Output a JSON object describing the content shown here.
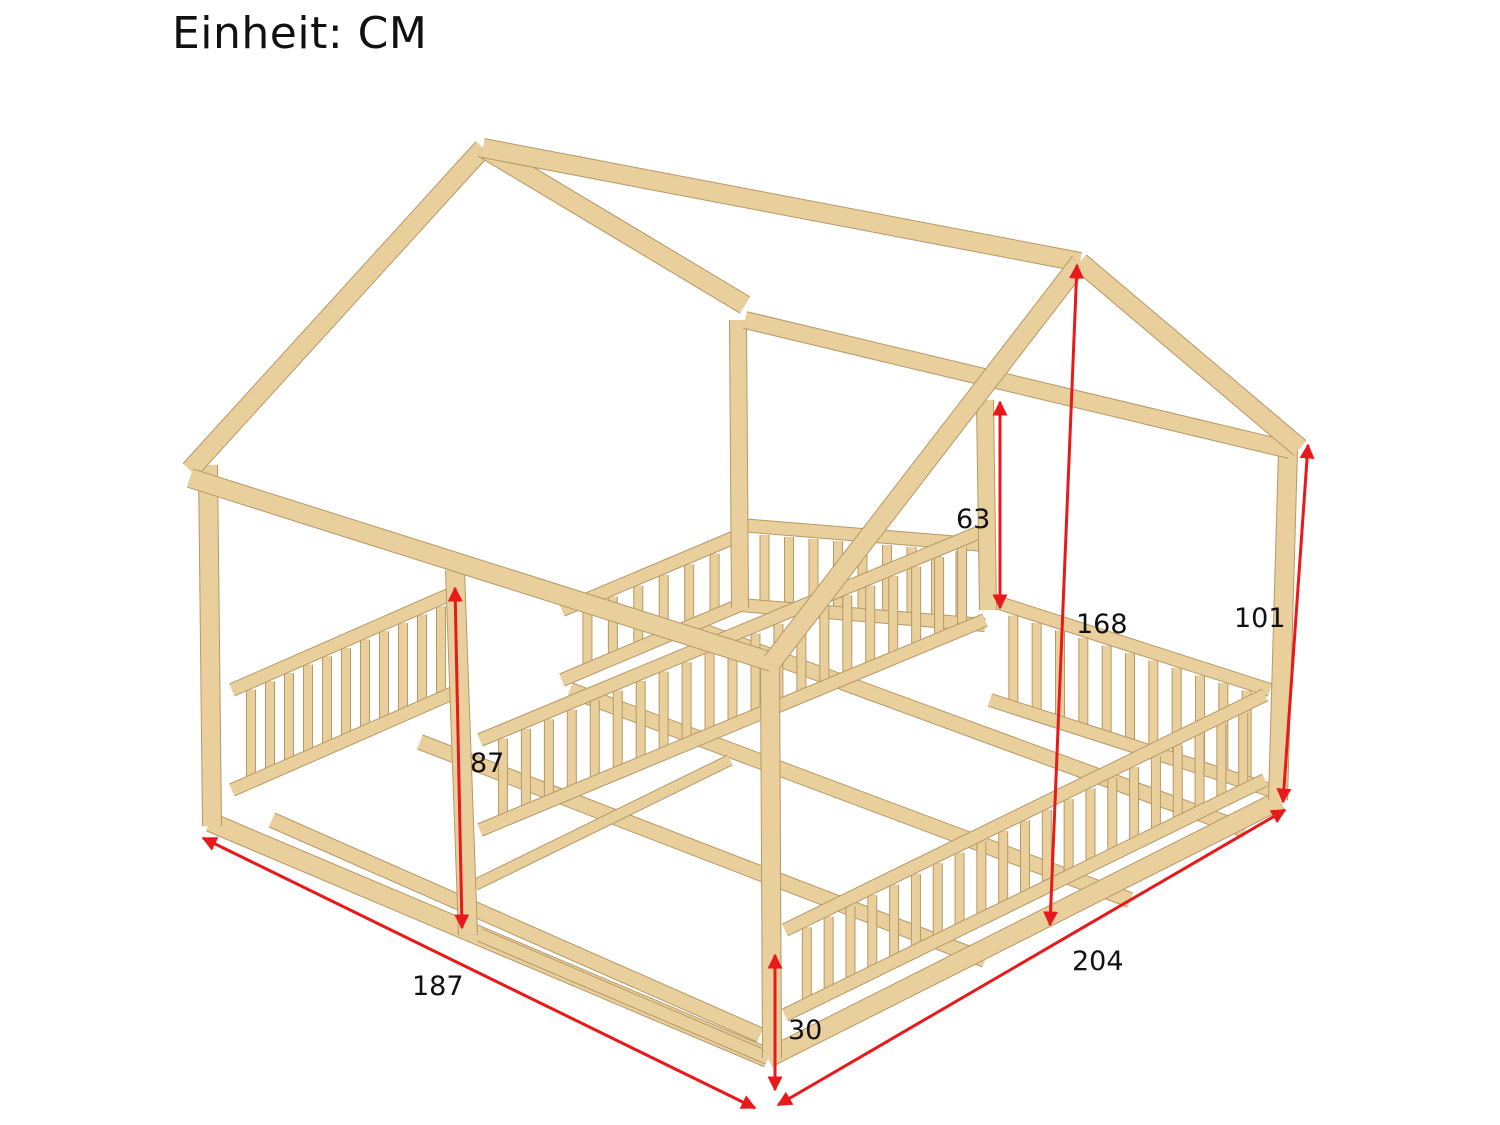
{
  "title": "Einheit: CM",
  "dimensions": {
    "width_front": "187",
    "depth_side": "204",
    "total_height": "168",
    "roof_height": "63",
    "wall_height": "101",
    "door_height": "87",
    "rail_height": "30"
  },
  "colors": {
    "wood": "#e8cf9c",
    "wood_edge": "#b89866",
    "arrow": "#e8191a",
    "text": "#111111"
  }
}
